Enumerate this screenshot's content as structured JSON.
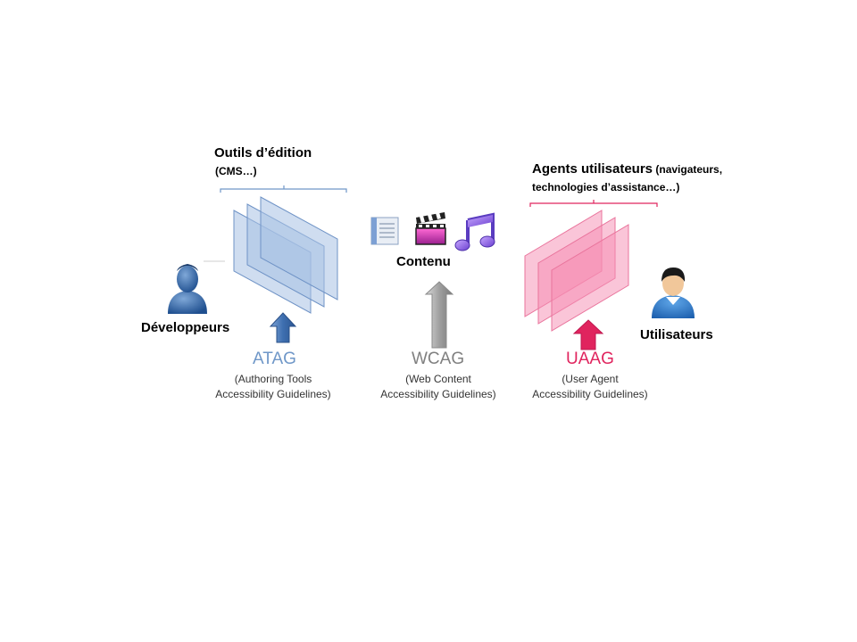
{
  "authoring": {
    "title": "Outils d’édition",
    "subtitle": "(CMS…)",
    "actor": "Développeurs",
    "acronym": "ATAG",
    "desc_line1": "(Authoring Tools",
    "desc_line2": "Accessibility Guidelines)",
    "color": "#6f97c8"
  },
  "content": {
    "title": "Contenu",
    "acronym": "WCAG",
    "desc_line1": "(Web Content",
    "desc_line2": "Accessibility Guidelines)",
    "color": "#808080",
    "icons": [
      "document-icon",
      "film-clapper-icon",
      "music-notes-icon"
    ]
  },
  "user_agents": {
    "title": "Agents utilisateurs",
    "title_suffix": " (navigateurs,",
    "subtitle": "technologies d’assistance…)",
    "actor": "Utilisateurs",
    "acronym": "UAAG",
    "desc_line1": "(User Agent",
    "desc_line2": "Accessibility Guidelines)",
    "color": "#e0245e"
  }
}
